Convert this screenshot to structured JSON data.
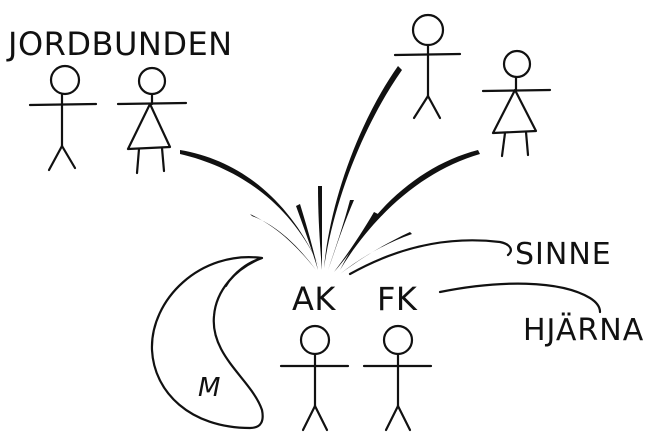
{
  "labels": {
    "jordbunden": "JORDBUNDEN",
    "sinne": "SINNE",
    "hjarna": "HJÄRNA",
    "ak": "AK",
    "fk": "FK",
    "m": "M"
  },
  "colors": {
    "ink": "#111111",
    "background": "#ffffff"
  }
}
